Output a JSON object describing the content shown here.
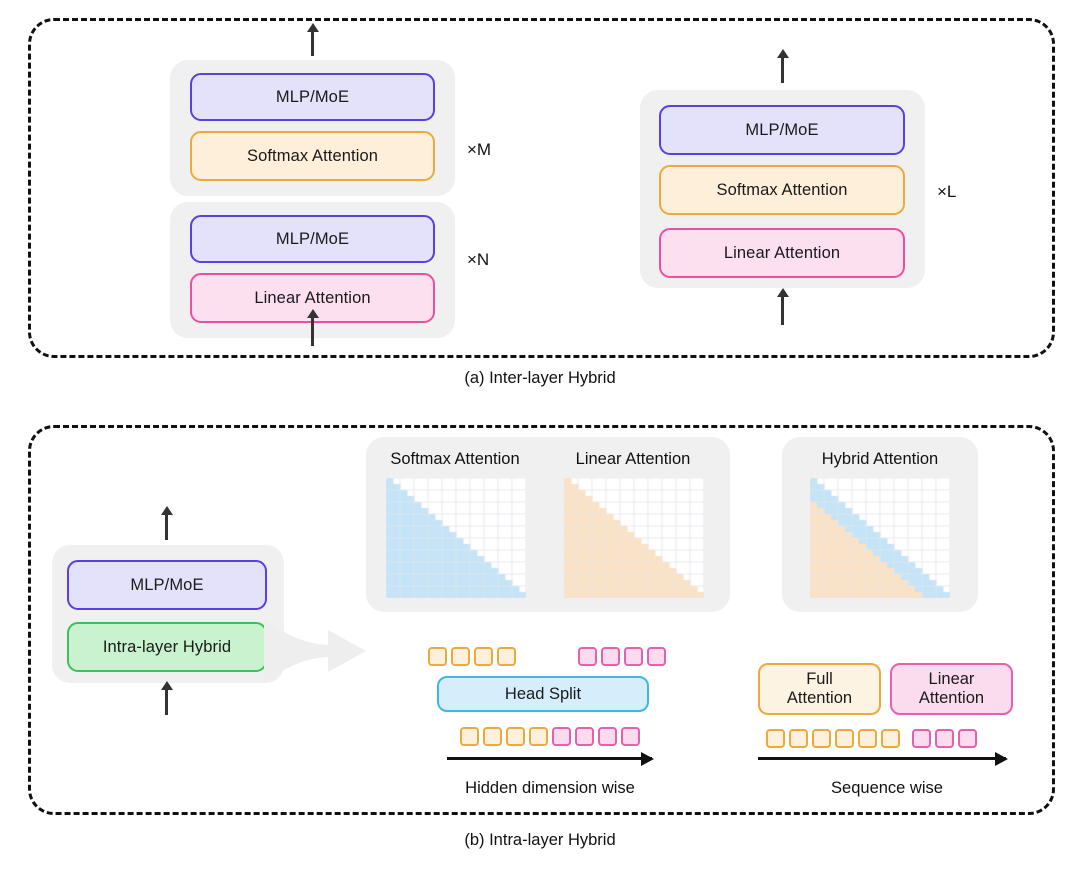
{
  "figure": {
    "panels": [
      {
        "id": "a",
        "caption": "(a) Inter-layer Hybrid",
        "stacks": [
          {
            "name": "softmax-stack",
            "repeat": "×M",
            "blocks": [
              {
                "label": "MLP/MoE",
                "kind": "mlp"
              },
              {
                "label": "Softmax Attention",
                "kind": "softmax"
              }
            ]
          },
          {
            "name": "linear-stack",
            "repeat": "×N",
            "blocks": [
              {
                "label": "MLP/MoE",
                "kind": "mlp"
              },
              {
                "label": "Linear Attention",
                "kind": "linear"
              }
            ]
          },
          {
            "name": "combined-stack",
            "repeat": "×L",
            "blocks": [
              {
                "label": "MLP/MoE",
                "kind": "mlp"
              },
              {
                "label": "Softmax Attention",
                "kind": "softmax"
              },
              {
                "label": "Linear Attention",
                "kind": "linear"
              }
            ]
          }
        ]
      },
      {
        "id": "b",
        "caption": "(b) Intra-layer Hybrid",
        "layer_stack": {
          "blocks": [
            {
              "label": "MLP/MoE",
              "kind": "mlp"
            },
            {
              "label": "Intra-layer Hybrid",
              "kind": "intra"
            }
          ]
        },
        "hidden_dim_group": {
          "axis_label": "Hidden dimension wise",
          "matrices": [
            {
              "title": "Softmax Attention",
              "kind": "softmax-mask",
              "color": "#c5e4f7"
            },
            {
              "title": "Linear Attention",
              "kind": "linear-mask",
              "color": "#fae2c6"
            }
          ],
          "top_token_groups": [
            {
              "color_kind": "orange",
              "count": 4
            },
            {
              "color_kind": "pink",
              "count": 4
            }
          ],
          "split_label": "Head Split",
          "bottom_token_groups": [
            {
              "color_kind": "orange",
              "count": 4
            },
            {
              "color_kind": "pink",
              "count": 4
            }
          ]
        },
        "sequence_group": {
          "axis_label": "Sequence wise",
          "matrices": [
            {
              "title": "Hybrid Attention",
              "kind": "hybrid-mask",
              "colors": [
                "#fae2c6",
                "#c5e4f7"
              ]
            }
          ],
          "pills": [
            {
              "label": "Full\nAttention",
              "kind": "full"
            },
            {
              "label": "Linear\nAttention",
              "kind": "linear"
            }
          ],
          "token_groups": [
            {
              "color_kind": "orange",
              "count": 6
            },
            {
              "color_kind": "pink",
              "count": 3
            }
          ]
        }
      }
    ],
    "palette": {
      "mlp_fill": "#e4e2fb",
      "mlp_border": "#5b3fe0",
      "softmax_fill": "#fdefd9",
      "softmax_border": "#edaa3c",
      "linear_fill": "#fde0ef",
      "linear_border": "#ec4fa0",
      "intra_fill": "#c8f3ce",
      "intra_border": "#3fbf56",
      "head_fill": "#d6eefc",
      "head_border": "#3fb6e8",
      "shell": "#f0f0f0",
      "outline": "#111111"
    }
  }
}
